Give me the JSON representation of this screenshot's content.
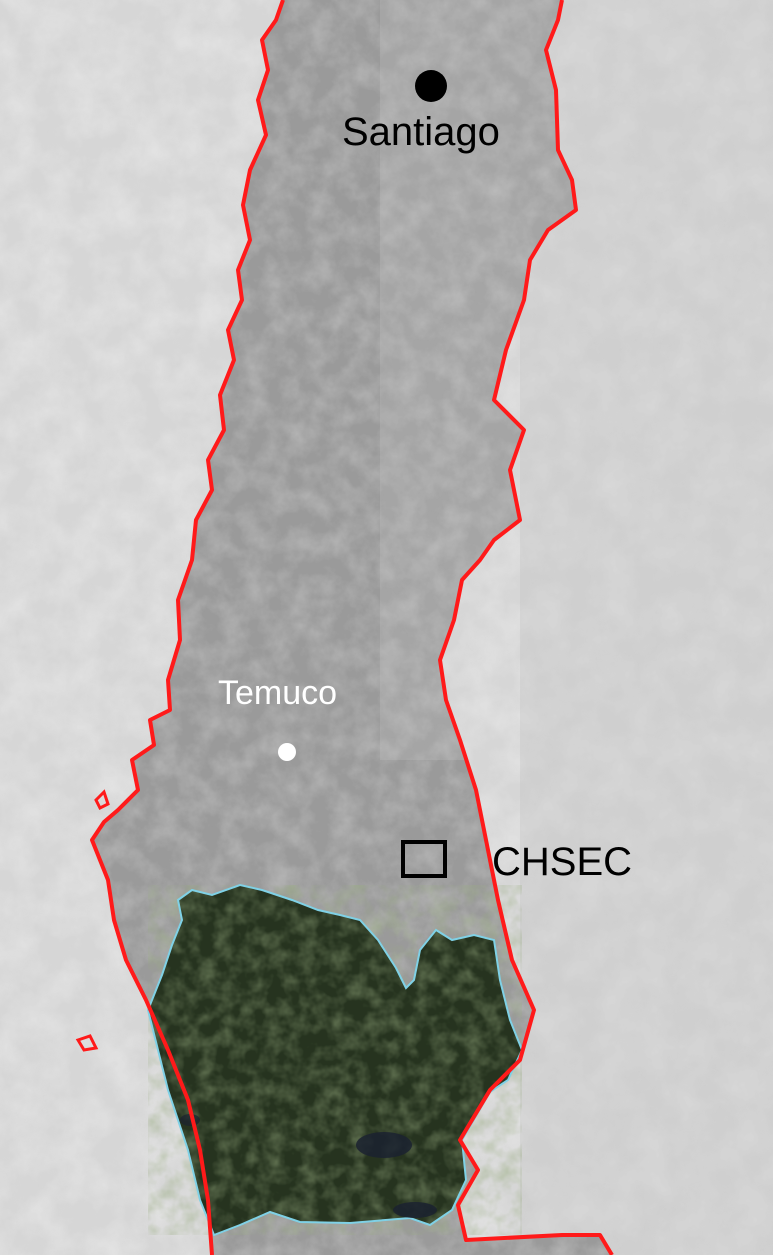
{
  "labels": {
    "santiago": "Santiago",
    "temuco": "Temuco",
    "chsec": "CHSEC"
  },
  "colors": {
    "outer_boundary": "#ff1a1a",
    "region_boundary": "#7fd1e6",
    "region_fill": "#26331f",
    "santiago_marker": "#000000",
    "temuco_marker": "#ffffff",
    "chsec_box": "#000000",
    "santiago_label": "#000000",
    "temuco_label": "#ffffff",
    "chsec_label": "#000000"
  }
}
